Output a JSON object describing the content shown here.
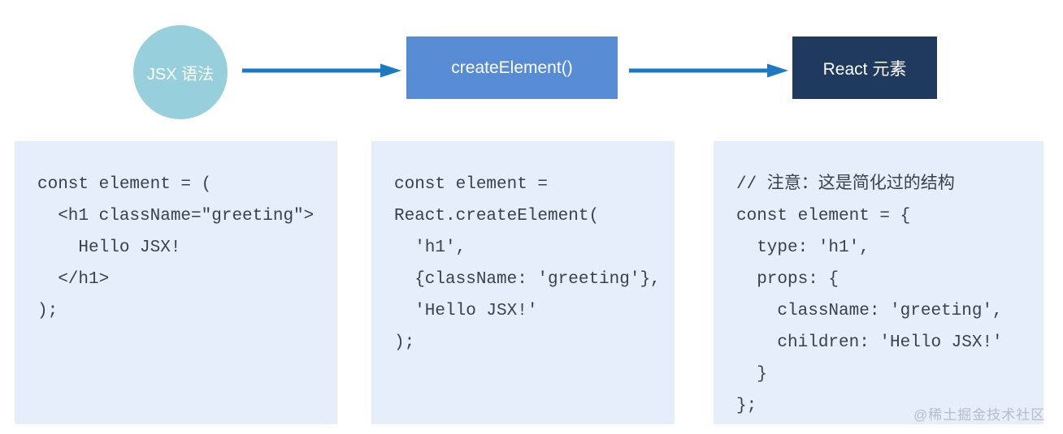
{
  "flow": {
    "nodes": [
      {
        "id": "jsx-syntax",
        "label": "JSX 语法",
        "shape": "circle"
      },
      {
        "id": "create-element",
        "label": "createElement()",
        "shape": "rect"
      },
      {
        "id": "react-element",
        "label": "React 元素",
        "shape": "rect"
      }
    ],
    "arrows": 2
  },
  "panels": [
    {
      "name": "jsx-code",
      "lines": [
        "const element = (",
        "  <h1 className=\"greeting\">",
        "    Hello JSX!",
        "  </h1>",
        ");"
      ]
    },
    {
      "name": "create-element-code",
      "lines": [
        "const element =",
        "React.createElement(",
        "  'h1',",
        "  {className: 'greeting'},",
        "  'Hello JSX!'",
        ");"
      ]
    },
    {
      "name": "react-element-code",
      "lines": [
        "// 注意：这是简化过的结构",
        "const element = {",
        "  type: 'h1',",
        "  props: {",
        "    className: 'greeting',",
        "    children: 'Hello JSX!'",
        "  }",
        "};"
      ]
    }
  ],
  "watermark": {
    "text": "@稀土掘金技术社区"
  },
  "colors": {
    "node1_bg": "#98cfdc",
    "node2_bg": "#578bd3",
    "node3_bg": "#1f3a5e",
    "arrow": "#1e7ac0",
    "panel_bg": "#e6edfb",
    "code_text": "#39414f",
    "node_text": "#ffffff",
    "watermark": "#b6bdc9",
    "page_bg": "#ffffff"
  }
}
